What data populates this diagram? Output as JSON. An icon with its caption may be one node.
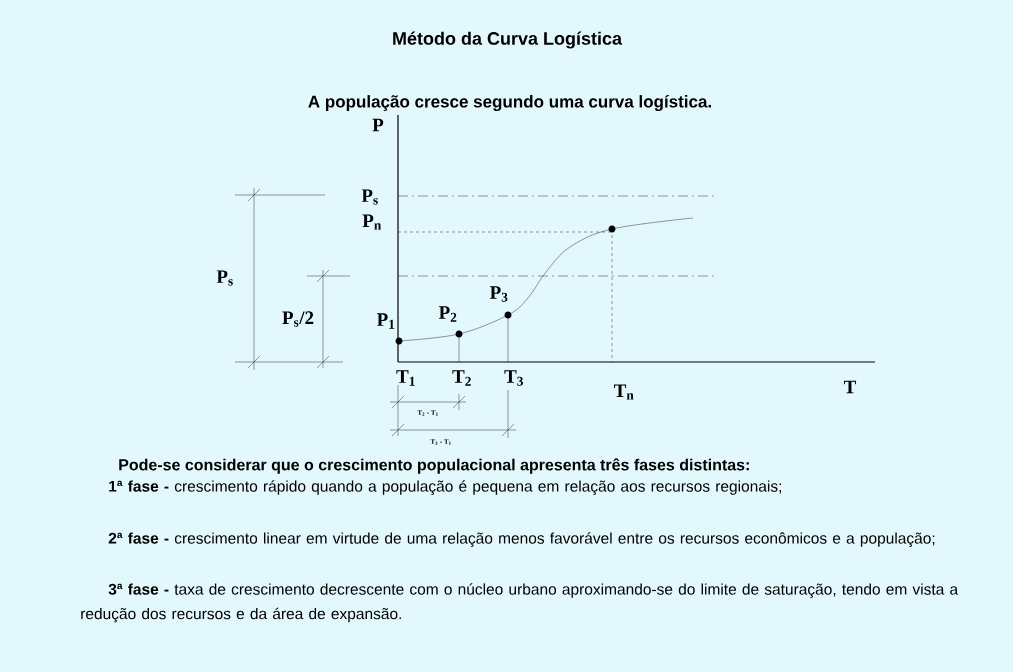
{
  "diagram": {
    "title": "Método da Curva Logística",
    "labels": [
      "A população cresce segundo uma curva logística.",
      "P",
      "P$_{s}$",
      "P$_{n}$",
      "P$_{s}$",
      "P$_{s}$/2",
      "P$_{3}$",
      "P$_{1}$",
      "P$_{2}$",
      "T$_{1}$",
      "T$_{2}$",
      "T$_{3}$",
      "T$_{n}$",
      "T",
      "T$_{2}$ - T$_{1}$",
      "T$_{3}$ - T$_{1}$",
      "Pode-se considerar que o crescimento populacional apresenta três fases distintas:",
      "**1ª fase -** crescimento rápido quando a população é pequena em relação aos recursos regionais;",
      "**2ª fase -** crescimento linear em virtude de uma relação menos favorável entre os recursos econômicos e a população;",
      "**3ª fase -** taxa de crescimento decrescente com o núcleo urbano aproximando-se do limite de saturação, tendo em vista a redução dos recursos e da área de expansão."
    ]
  }
}
